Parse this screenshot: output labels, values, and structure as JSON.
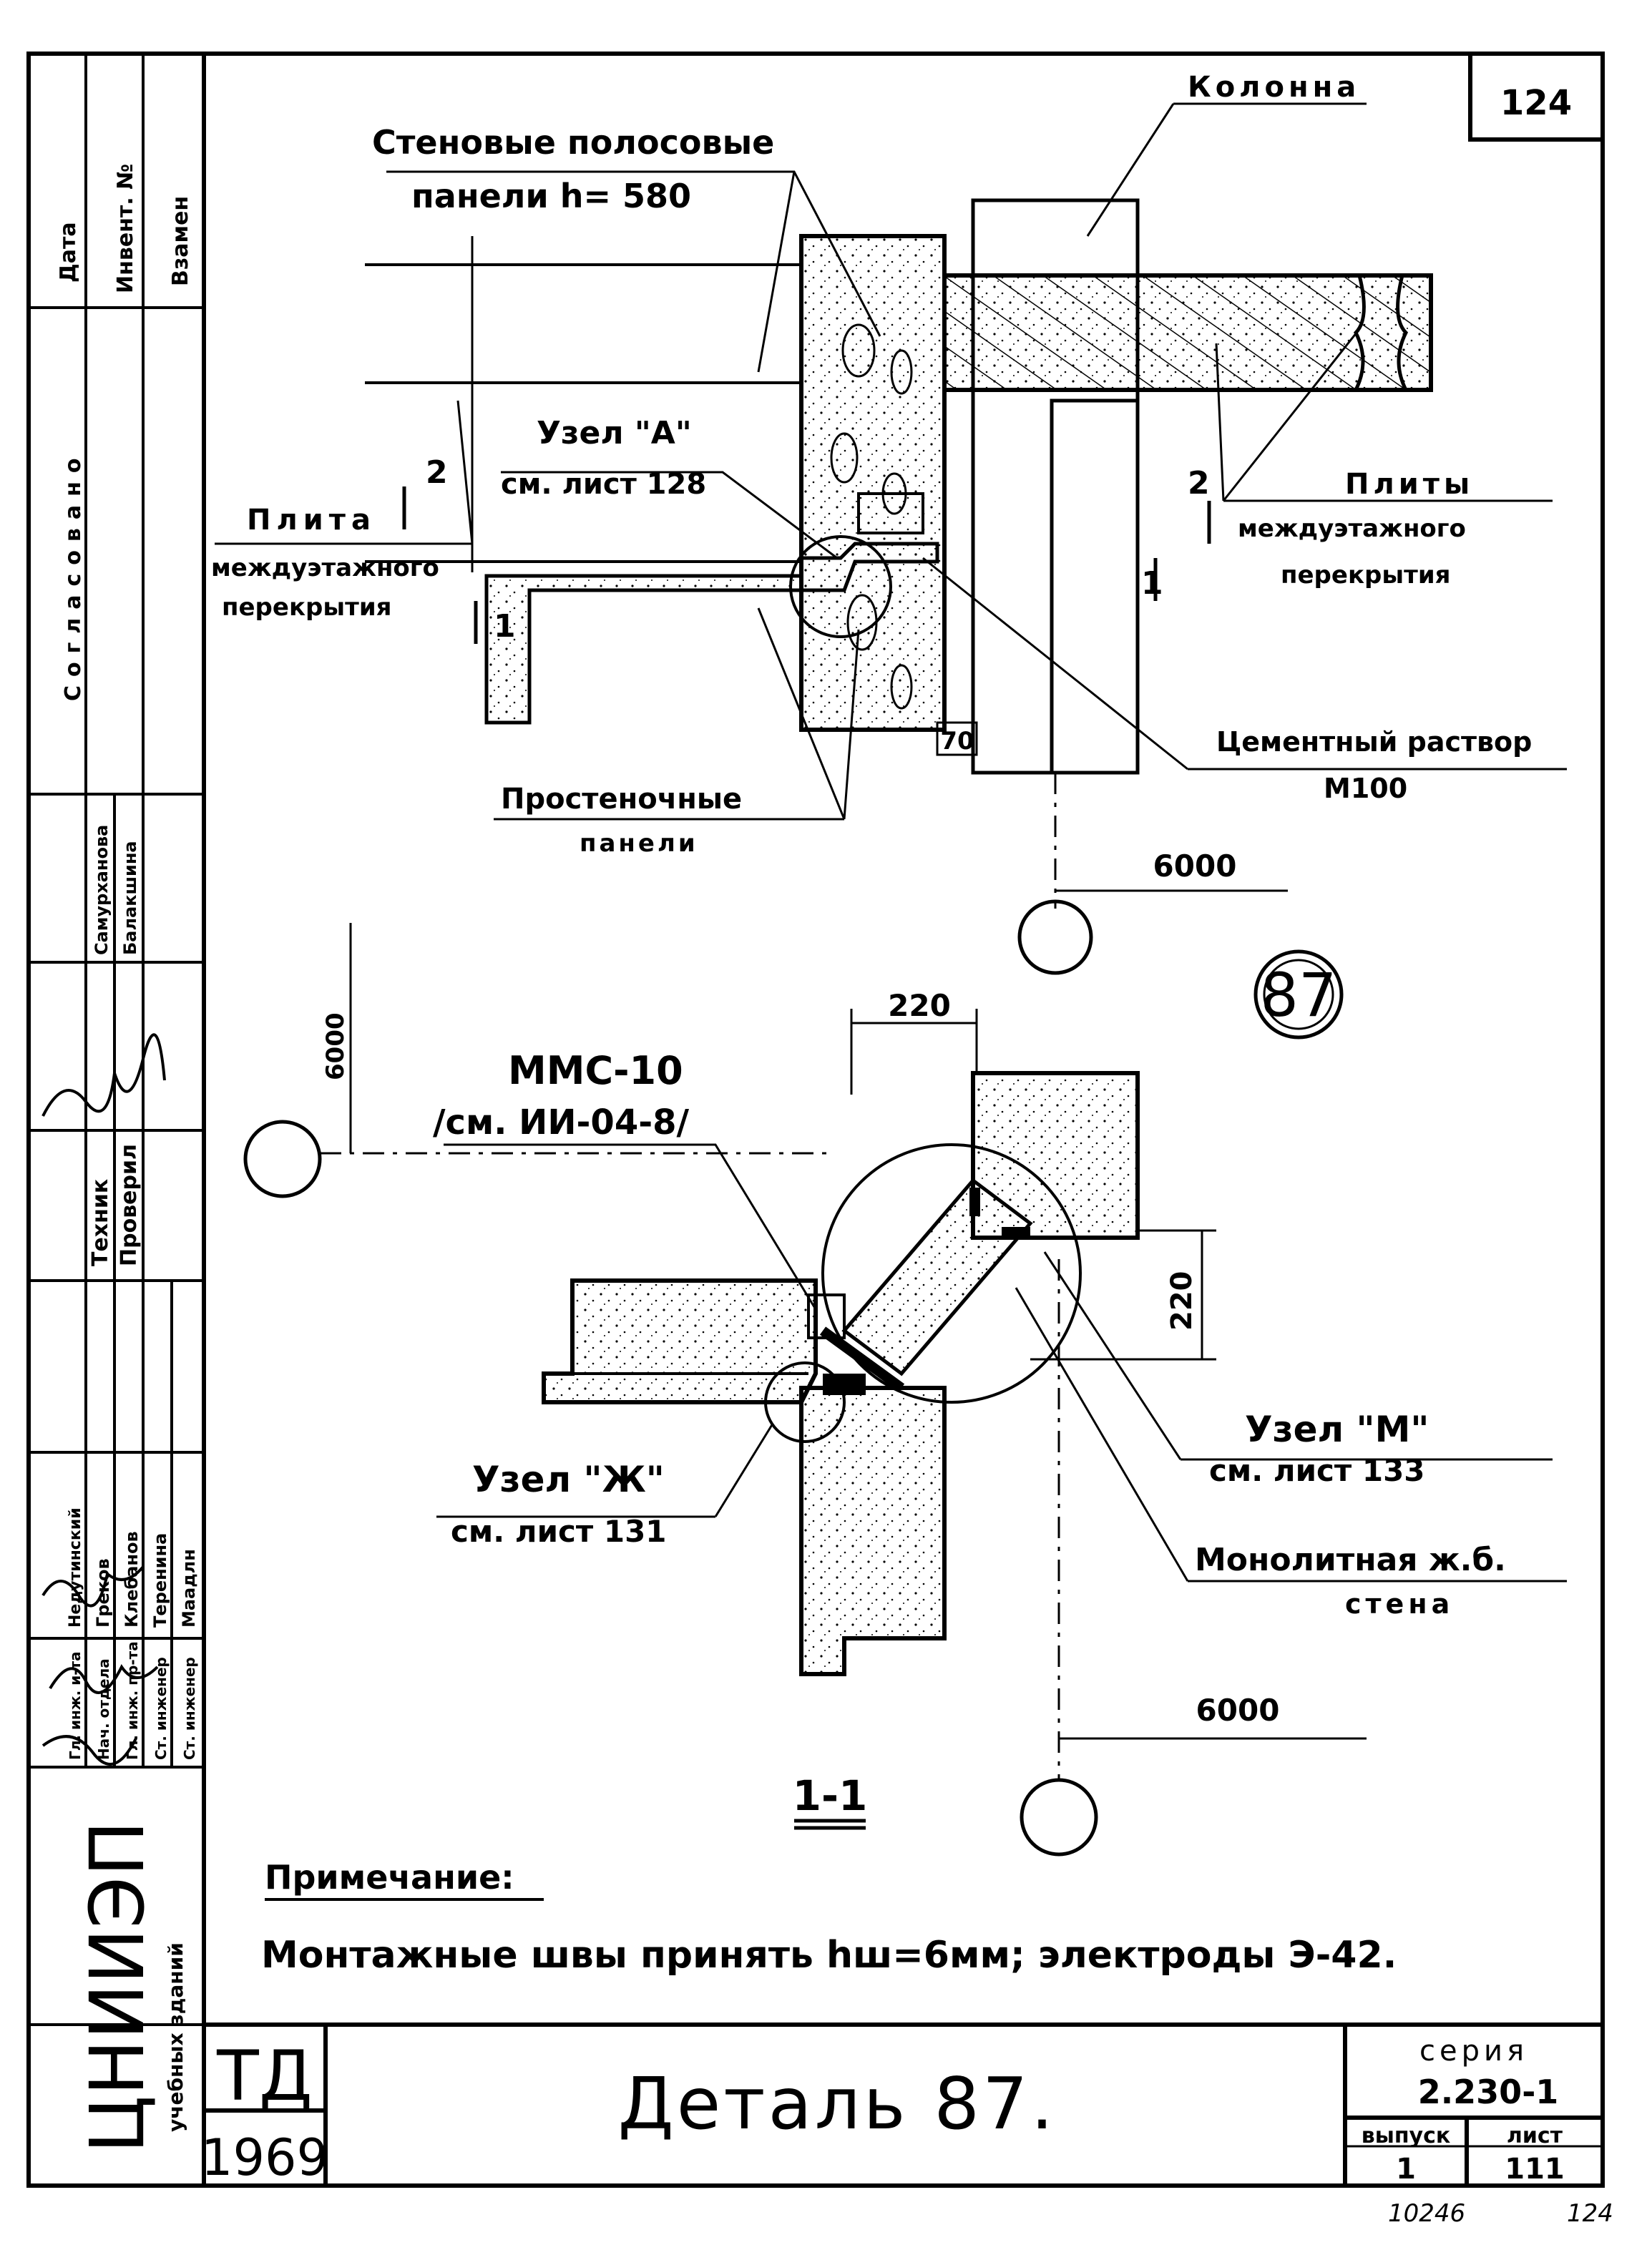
{
  "sheet": {
    "page_number": "124",
    "title": "Деталь 87.",
    "td_mark": "ТД",
    "year": "1969",
    "series_label": "серия",
    "series_value": "2.230-1",
    "issue_label": "выпуск",
    "issue_value": "1",
    "sheet_label": "лист",
    "sheet_value": "111",
    "archive_number": "10246",
    "page_bottom": "124"
  },
  "organization": {
    "name": "ЦНИИЭП",
    "subtitle": "учебных зданий"
  },
  "side_stamp": {
    "header_cells": [
      "Дата",
      "Инвент. №",
      "Взамен"
    ],
    "approved_label": "Согласовано",
    "approvers": [
      "Самурханова",
      "Балакшина"
    ],
    "checked_roles": [
      "Техник",
      "Проверил"
    ],
    "staff_names": [
      "Недутинский",
      "Греков",
      "Клебанов",
      "Теренина",
      "Маадлн"
    ],
    "staff_roles": [
      "Гл. инж. и-та",
      "Нач. отдела",
      "Гл. инж. пр-та",
      "Ст. инженер",
      "Ст. инженер"
    ]
  },
  "top_section": {
    "column_label": "Колонна",
    "wall_panels_label": "Стеновые полосовые",
    "wall_panels_label2": "панели  h= 580",
    "node_a_label": "Узел \"А\"",
    "node_a_ref": "см. лист 128",
    "slab_left_l1": "Плита",
    "slab_left_l2": "междуэтажного",
    "slab_left_l3": "перекрытия",
    "slab_right_l1": "Плиты",
    "slab_right_l2": "междуэтажного",
    "slab_right_l3": "перекрытия",
    "mortar_l1": "Цементный раствор",
    "mortar_l2": "М100",
    "pier_l1": "Простеночные",
    "pier_l2": "панели",
    "dim_70": "70",
    "section_mark_1": "1",
    "section_mark_2": "2",
    "span_6000": "6000"
  },
  "bottom_section": {
    "detail_number": "87",
    "dim_220_top": "220",
    "dim_220_side": "220",
    "dim_6000_vertical": "6000",
    "dim_6000_bottom": "6000",
    "mms_label": "ММС-10",
    "mms_ref": "/см. ИИ-04-8/",
    "node_m_label": "Узел \"М\"",
    "node_m_ref": "см. лист 133",
    "node_zh_label": "Узел \"Ж\"",
    "node_zh_ref": "см. лист 131",
    "monolith_l1": "Монолитная ж.б.",
    "monolith_l2": "стена",
    "section_title": "1-1"
  },
  "notes": {
    "heading": "Примечание:",
    "text": "Монтажные швы принять hш=6мм; электроды Э-42."
  }
}
